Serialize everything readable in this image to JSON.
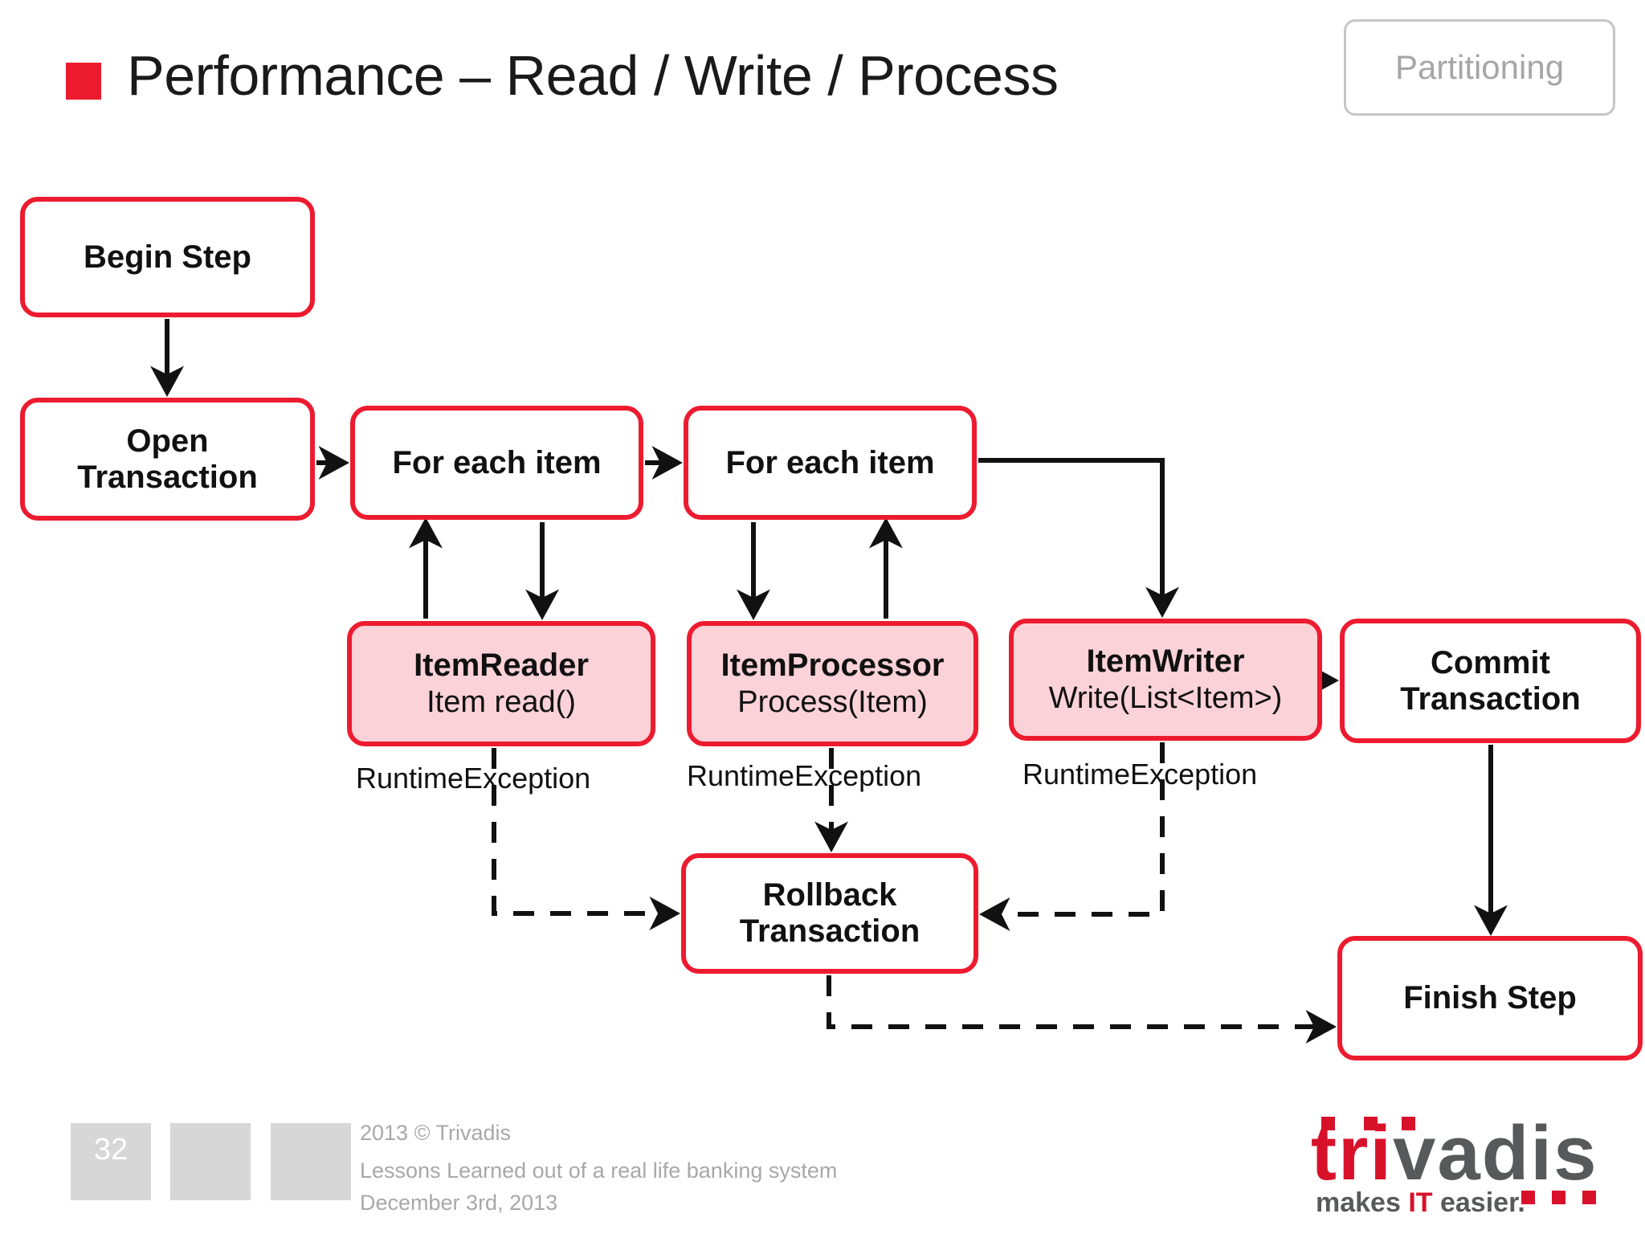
{
  "header": {
    "title": "Performance – Read / Write / Process",
    "bullet_color": "#ed1b2f",
    "badge_label": "Partitioning"
  },
  "diagram": {
    "type": "flowchart",
    "nodes": [
      {
        "id": "begin-step",
        "title": "Begin Step",
        "sub": "",
        "fill": "white"
      },
      {
        "id": "open-tx",
        "title": "Open\nTransaction",
        "sub": "",
        "fill": "white"
      },
      {
        "id": "for-each-1",
        "title": "For each item",
        "sub": "",
        "fill": "white"
      },
      {
        "id": "for-each-2",
        "title": "For each item",
        "sub": "",
        "fill": "white"
      },
      {
        "id": "item-reader",
        "title": "ItemReader",
        "sub": "Item read()",
        "fill": "pink"
      },
      {
        "id": "item-processor",
        "title": "ItemProcessor",
        "sub": "Process(Item)",
        "fill": "pink"
      },
      {
        "id": "item-writer",
        "title": "ItemWriter",
        "sub": "Write(List<Item>)",
        "fill": "pink"
      },
      {
        "id": "commit-tx",
        "title": "Commit\nTransaction",
        "sub": "",
        "fill": "white"
      },
      {
        "id": "rollback-tx",
        "title": "Rollback\nTransaction",
        "sub": "",
        "fill": "white"
      },
      {
        "id": "finish-step",
        "title": "Finish Step",
        "sub": "",
        "fill": "white"
      }
    ],
    "edge_labels": {
      "reader_exception": "RuntimeException",
      "processor_exception": "RuntimeException",
      "writer_exception": "RuntimeException"
    },
    "colors": {
      "node_border": "#ed1b2f",
      "node_fill_highlight": "#fbd2d8",
      "node_fill_plain": "#ffffff",
      "connector": "#111111"
    }
  },
  "footer": {
    "page_number": "32",
    "copyright": "2013 © Trivadis",
    "subject": "Lessons Learned out of a real life banking system",
    "date": "December 3rd, 2013"
  },
  "logo": {
    "word_primary": "tri",
    "word_secondary": "vadis",
    "tagline_before": "makes ",
    "tagline_accent": "IT",
    "tagline_after": " easier.",
    "primary_color": "#d8112b",
    "secondary_color": "#58595b"
  }
}
